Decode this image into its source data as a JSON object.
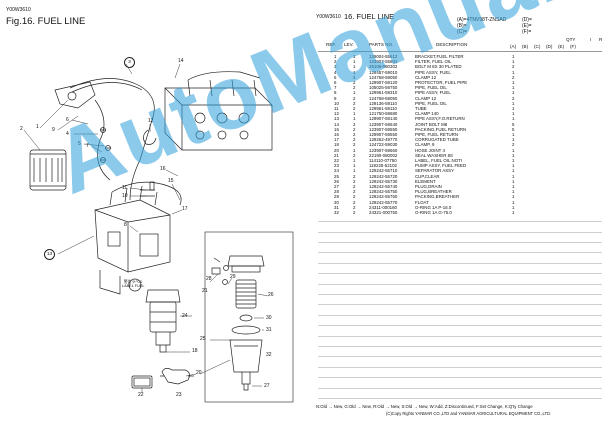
{
  "left_header": {
    "code": "Y00W3610",
    "figure": "Fig.16.  FUEL LINE"
  },
  "right_header": {
    "code": "Y00W3610",
    "title": "16.  FUEL LINE",
    "model_a": "(A)=4TNV98T-ZNSAD",
    "model_b": "(B)=",
    "model_c": "(C)=",
    "model_d": "(D)=",
    "model_e": "(E)=",
    "model_f": "(F)="
  },
  "table_header": {
    "ref": "REF.",
    "lev": "LEV.",
    "parts_no": "PARTS NO.",
    "description": "DESCRIPTION",
    "qty": "QTY",
    "i": "I",
    "r": "R",
    "col_a": "(A)",
    "col_b": "(B)",
    "col_c": "(C)",
    "col_d": "(D)",
    "col_e": "(E)",
    "col_f": "(F)"
  },
  "parts": [
    {
      "ref": "1",
      "lev": "1",
      "no": "129004-55612",
      "desc": "BRACKET,FUEL FILTER",
      "qty": "1"
    },
    {
      "ref": "2",
      "lev": "1",
      "no": "123907-55801",
      "desc": "FILTER, FUEL OIL",
      "qty": "1"
    },
    {
      "ref": "3",
      "lev": "1",
      "no": "26106-080302",
      "desc": "BOLT M 8X 30 PLATED",
      "qty": "2"
    },
    {
      "ref": "4",
      "lev": "1",
      "no": "129457-59010",
      "desc": "PIPE ASSY, FUEL",
      "qty": "1"
    },
    {
      "ref": "5",
      "lev": "2",
      "no": "124768-59050",
      "desc": "CLAMP 12",
      "qty": "2"
    },
    {
      "ref": "6",
      "lev": "2",
      "no": "129907-59120",
      "desc": "PROTECTOR, FUEL PIPE",
      "qty": "1"
    },
    {
      "ref": "7",
      "lev": "2",
      "no": "105025-59750",
      "desc": "PIPE, FUEL OIL",
      "qty": "1"
    },
    {
      "ref": "8",
      "lev": "1",
      "no": "129961-59310",
      "desc": "PIPE ASSY, FUEL",
      "qty": "1"
    },
    {
      "ref": "9",
      "lev": "2",
      "no": "124768-59050",
      "desc": "CLAMP 12",
      "qty": "2"
    },
    {
      "ref": "10",
      "lev": "2",
      "no": "129136-59110",
      "desc": "PIPE, FUEL OIL",
      "qty": "1"
    },
    {
      "ref": "11",
      "lev": "2",
      "no": "129961-59110",
      "desc": "TUBE",
      "qty": "1"
    },
    {
      "ref": "12",
      "lev": "1",
      "no": "121750-59680",
      "desc": "CLAMP 140",
      "qty": "1"
    },
    {
      "ref": "13",
      "lev": "1",
      "no": "129907-59140",
      "desc": "PIPE ASSY,F.O.RETURN",
      "qty": "1"
    },
    {
      "ref": "14",
      "lev": "2",
      "no": "123907-59540",
      "desc": "JOINT BOLT M8",
      "qty": "5"
    },
    {
      "ref": "15",
      "lev": "2",
      "no": "123907-59550",
      "desc": "PACKING,FUEL RETURN",
      "qty": "5"
    },
    {
      "ref": "16",
      "lev": "2",
      "no": "129907-59550",
      "desc": "PIPE, FUEL RETURN",
      "qty": "1"
    },
    {
      "ref": "17",
      "lev": "2",
      "no": "129262-49770",
      "desc": "CORRUGATED TUBE",
      "qty": "1"
    },
    {
      "ref": "18",
      "lev": "2",
      "no": "124722-59030",
      "desc": "CLAMP, 9",
      "qty": "2"
    },
    {
      "ref": "20",
      "lev": "1",
      "no": "123907-59560",
      "desc": "HOSE JOINT 4",
      "qty": "1"
    },
    {
      "ref": "21",
      "lev": "2",
      "no": "22190-080002",
      "desc": "SEAL WASHER  8S",
      "qty": "1"
    },
    {
      "ref": "22",
      "lev": "1",
      "no": "114110-07750",
      "desc": "LABEL, FUEL OIL NOTI",
      "qty": "1"
    },
    {
      "ref": "23",
      "lev": "1",
      "no": "119225-52102",
      "desc": "PUMP ASSY, FUEL FEED",
      "qty": "1"
    },
    {
      "ref": "24",
      "lev": "1",
      "no": "129242-55710",
      "desc": "SEPARATOR ASSY",
      "qty": "1"
    },
    {
      "ref": "25",
      "lev": "2",
      "no": "129242-55720",
      "desc": "CUP,CLEAR",
      "qty": "1"
    },
    {
      "ref": "26",
      "lev": "2",
      "no": "129242-55730",
      "desc": "ELEMENT",
      "qty": "1"
    },
    {
      "ref": "27",
      "lev": "2",
      "no": "129242-55740",
      "desc": "PLUG,DRAIN",
      "qty": "1"
    },
    {
      "ref": "28",
      "lev": "2",
      "no": "129242-55750",
      "desc": "PLUG,BREATHER",
      "qty": "1"
    },
    {
      "ref": "29",
      "lev": "2",
      "no": "129242-55760",
      "desc": "PACKING,BREATHER",
      "qty": "1"
    },
    {
      "ref": "30",
      "lev": "2",
      "no": "129242-55770",
      "desc": "FLOAT",
      "qty": "1"
    },
    {
      "ref": "31",
      "lev": "2",
      "no": "24311-000160",
      "desc": "O-RING 1A P-16.0",
      "qty": "1"
    },
    {
      "ref": "32",
      "lev": "2",
      "no": "24321-000750",
      "desc": "O-RING 1A G-75.0",
      "qty": "1"
    }
  ],
  "diagram": {
    "callouts": [
      "1",
      "2",
      "3",
      "4",
      "5",
      "6",
      "7",
      "8",
      "9",
      "10",
      "11",
      "12",
      "13",
      "14",
      "15",
      "16",
      "17",
      "18",
      "20",
      "21",
      "22",
      "23",
      "24",
      "25",
      "26",
      "27",
      "28",
      "29",
      "30",
      "31",
      "32"
    ],
    "label_text": "警告ラベル\nLABEL FUEL"
  },
  "legend": "N:Old → New,  G:Old → New,  R:Old → New,  S:Old → New,  W:Add.  Z:Discontinued,  F:Set Change,  K:Q'ty Change",
  "copyright": "(C)Copy Rights  YANMAR CO.,LTD and YANMAR AGRICULTURAL EQUIPMENT CO.,LTD.",
  "watermark": "AutoManual"
}
